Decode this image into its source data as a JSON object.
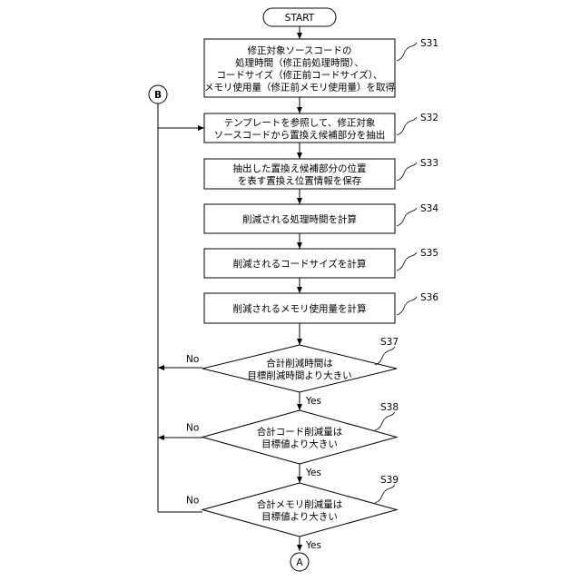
{
  "start": "START",
  "connectors": {
    "b": "B",
    "a": "A"
  },
  "steps": [
    {
      "id": "S31",
      "lines": [
        "修正対象ソースコードの",
        "処理時間（修正前処理時間）、",
        "コードサイズ（修正前コードサイズ）、",
        "メモリ使用量（修正前メモリ使用量）を取得"
      ]
    },
    {
      "id": "S32",
      "lines": [
        "テンプレートを参照して、修正対象",
        "ソースコードから置換え候補部分を抽出"
      ]
    },
    {
      "id": "S33",
      "lines": [
        "抽出した置換え候補部分の位置",
        "を表す置換え位置情報を保存"
      ]
    },
    {
      "id": "S34",
      "lines": [
        "削減される処理時間を計算"
      ]
    },
    {
      "id": "S35",
      "lines": [
        "削減されるコードサイズを計算"
      ]
    },
    {
      "id": "S36",
      "lines": [
        "削減されるメモリ使用量を計算"
      ]
    }
  ],
  "decisions": [
    {
      "id": "S37",
      "lines": [
        "合計削減時間は",
        "目標削減時間より大きい"
      ],
      "yes": "Yes",
      "no": "No"
    },
    {
      "id": "S38",
      "lines": [
        "合計コード削減量は",
        "目標値より大きい"
      ],
      "yes": "Yes",
      "no": "No"
    },
    {
      "id": "S39",
      "lines": [
        "合計メモリ削減量は",
        "目標値より大きい"
      ],
      "yes": "Yes",
      "no": "No"
    }
  ]
}
